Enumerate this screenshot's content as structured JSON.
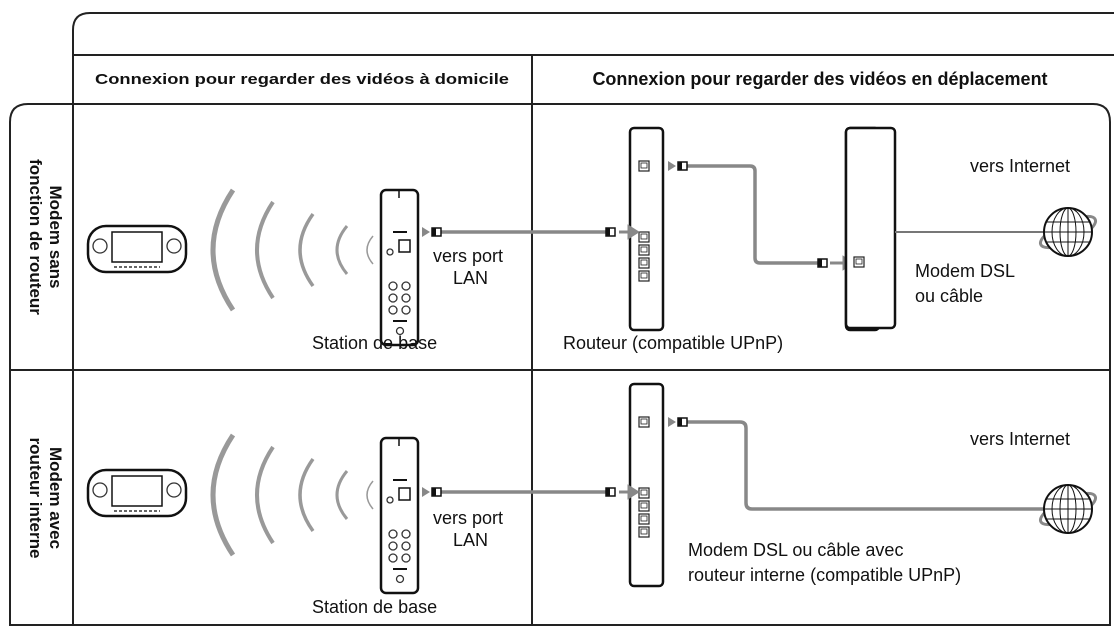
{
  "header": {
    "col_home": "Connexion pour regarder des vidéos à domicile",
    "col_away": "Connexion pour regarder des vidéos en déplacement"
  },
  "rows": [
    {
      "label_line1": "Modem sans",
      "label_line2": "fonction de routeur",
      "lan_line1": "vers port",
      "lan_line2": "LAN",
      "base_station": "Station de base",
      "router": "Routeur (compatible UPnP)",
      "modem_line1": "Modem DSL",
      "modem_line2": "ou câble",
      "internet": "vers Internet"
    },
    {
      "label_line1": "Modem avec",
      "label_line2": "routeur interne",
      "lan_line1": "vers port",
      "lan_line2": "LAN",
      "base_station": "Station de base",
      "router_line1": "Modem DSL ou câble avec",
      "router_line2": "routeur interne (compatible UPnP)",
      "internet": "vers Internet"
    }
  ],
  "colors": {
    "cable": "#888888",
    "line": "#222222"
  }
}
